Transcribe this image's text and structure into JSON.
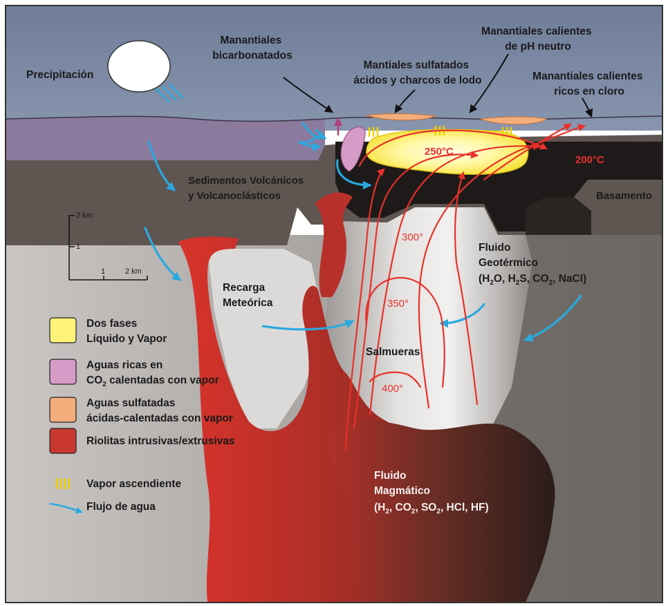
{
  "colors": {
    "sky": "#7b89a3",
    "purple_sediment": "#8b7a9e",
    "volcanic_sediment": "#5f5551",
    "black_layer": "#1e1a19",
    "basement": "#676260",
    "light_zone": "#d8d6d4",
    "rhyolite": "#c8382f",
    "magmatic": "#4a2d26",
    "two_phase": "#fff27a",
    "co2_water": "#d79bc8",
    "sulfate_water": "#f4ad7c",
    "vapor": "#f0d200",
    "water_flow": "#2aa9df",
    "fluid_arrow": "#e8312a",
    "black_arrow": "#111111"
  },
  "labels": {
    "precipitacion": "Precipitación",
    "manantiales_bicarbonatados": [
      "Manantiales",
      "bicarbonatados"
    ],
    "mantiales_sulfatados": [
      "Mantiales sulfatados",
      "ácidos y charcos de lodo"
    ],
    "manantiales_ph_neutro": [
      "Manantiales calientes",
      "de pH neutro"
    ],
    "manantiales_cloro": [
      "Manantiales calientes",
      "ricos en cloro"
    ],
    "sedimentos": [
      "Sedimentos Volcánicos",
      "y Volcanoclásticos"
    ],
    "basamento": "Basamento",
    "recarga": [
      "Recarga",
      "Meteórica"
    ],
    "fluido_geotermico": [
      "Fluido",
      "Geotérmico"
    ],
    "fluido_geotermico_formula": [
      "(H",
      "2",
      "O, H",
      "2",
      "S, CO",
      "2",
      ", NaCl)"
    ],
    "salmueras": "Salmueras",
    "fluido_magmatico": [
      "Fluido",
      "Magmático"
    ],
    "fluido_magmatico_formula": [
      "(H",
      "2",
      ", CO",
      "2",
      ", SO",
      "2",
      ", HCl, HF)"
    ]
  },
  "temperatures": {
    "t250": "250°C",
    "t200": "200°C",
    "t300": "300°",
    "t350": "350°",
    "t400": "400°"
  },
  "scale_bar": {
    "v_top": "2 km",
    "v_mid": "1",
    "h_mid": "1",
    "h_end": "2 km"
  },
  "legend": [
    {
      "swatch": "two_phase",
      "lines": [
        "Dos fases",
        "Líquido y Vapor"
      ]
    },
    {
      "swatch": "co2_water",
      "lines": [
        "Aguas ricas en",
        "CO|2| calentadas con vapor"
      ]
    },
    {
      "swatch": "sulfate_water",
      "lines": [
        "Aguas sulfatadas",
        "ácidas-calentadas con vapor"
      ]
    },
    {
      "swatch": "rhyolite",
      "lines": [
        "Riolitas intrusivas/extrusivas"
      ]
    },
    {
      "swatch": "vapor",
      "lines": [
        "Vapor ascendiente"
      ]
    },
    {
      "swatch": "water_flow",
      "lines": [
        "Flujo de agua"
      ]
    }
  ]
}
